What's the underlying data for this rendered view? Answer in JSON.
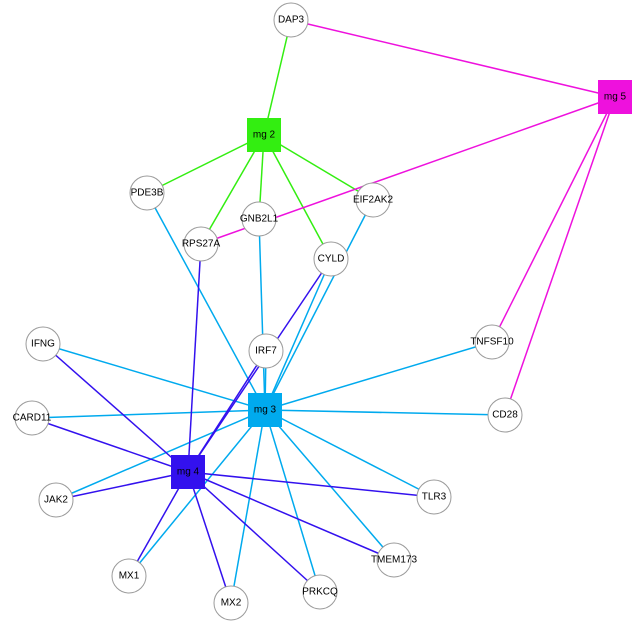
{
  "colors": {
    "mg2": "#33ee11",
    "mg3": "#00aaee",
    "mg4": "#3311ee",
    "mg5": "#ee11dd",
    "node_fill": "#ffffff",
    "node_stroke": "#9a9a9a"
  },
  "hubs": [
    {
      "id": "mg2",
      "label": "mg 2",
      "color": "#33ee11"
    },
    {
      "id": "mg3",
      "label": "mg 3",
      "color": "#00aaee"
    },
    {
      "id": "mg4",
      "label": "mg 4",
      "color": "#3311ee"
    },
    {
      "id": "mg5",
      "label": "mg 5",
      "color": "#ee11dd"
    }
  ],
  "genes": [
    {
      "id": "DAP3",
      "label": "DAP3"
    },
    {
      "id": "PDE3B",
      "label": "PDE3B"
    },
    {
      "id": "GNB2L1",
      "label": "GNB2L1"
    },
    {
      "id": "EIF2AK2",
      "label": "EIF2AK2"
    },
    {
      "id": "RPS27A",
      "label": "RPS27A"
    },
    {
      "id": "CYLD",
      "label": "CYLD"
    },
    {
      "id": "IFNG",
      "label": "IFNG"
    },
    {
      "id": "IRF7",
      "label": "IRF7"
    },
    {
      "id": "TNFSF10",
      "label": "TNFSF10"
    },
    {
      "id": "CARD11",
      "label": "CARD11"
    },
    {
      "id": "CD28",
      "label": "CD28"
    },
    {
      "id": "JAK2",
      "label": "JAK2"
    },
    {
      "id": "TLR3",
      "label": "TLR3"
    },
    {
      "id": "TMEM173",
      "label": "TMEM173"
    },
    {
      "id": "MX1",
      "label": "MX1"
    },
    {
      "id": "MX2",
      "label": "MX2"
    },
    {
      "id": "PRKCQ",
      "label": "PRKCQ"
    }
  ],
  "edges": [
    {
      "from": "mg2",
      "to": "DAP3"
    },
    {
      "from": "mg2",
      "to": "PDE3B"
    },
    {
      "from": "mg2",
      "to": "GNB2L1"
    },
    {
      "from": "mg2",
      "to": "EIF2AK2"
    },
    {
      "from": "mg2",
      "to": "RPS27A"
    },
    {
      "from": "mg2",
      "to": "CYLD"
    },
    {
      "from": "mg5",
      "to": "DAP3"
    },
    {
      "from": "mg5",
      "to": "RPS27A"
    },
    {
      "from": "mg5",
      "to": "TNFSF10"
    },
    {
      "from": "mg5",
      "to": "CD28"
    },
    {
      "from": "mg3",
      "to": "PDE3B"
    },
    {
      "from": "mg3",
      "to": "GNB2L1"
    },
    {
      "from": "mg3",
      "to": "EIF2AK2"
    },
    {
      "from": "mg3",
      "to": "CYLD"
    },
    {
      "from": "mg3",
      "to": "IRF7"
    },
    {
      "from": "mg3",
      "to": "IFNG"
    },
    {
      "from": "mg3",
      "to": "CARD11"
    },
    {
      "from": "mg3",
      "to": "TNFSF10"
    },
    {
      "from": "mg3",
      "to": "CD28"
    },
    {
      "from": "mg3",
      "to": "JAK2"
    },
    {
      "from": "mg3",
      "to": "TLR3"
    },
    {
      "from": "mg3",
      "to": "TMEM173"
    },
    {
      "from": "mg3",
      "to": "MX1"
    },
    {
      "from": "mg3",
      "to": "MX2"
    },
    {
      "from": "mg3",
      "to": "PRKCQ"
    },
    {
      "from": "mg4",
      "to": "RPS27A"
    },
    {
      "from": "mg4",
      "to": "CYLD"
    },
    {
      "from": "mg4",
      "to": "IRF7"
    },
    {
      "from": "mg4",
      "to": "IFNG"
    },
    {
      "from": "mg4",
      "to": "CARD11"
    },
    {
      "from": "mg4",
      "to": "JAK2"
    },
    {
      "from": "mg4",
      "to": "TLR3"
    },
    {
      "from": "mg4",
      "to": "TMEM173"
    },
    {
      "from": "mg4",
      "to": "MX1"
    },
    {
      "from": "mg4",
      "to": "MX2"
    },
    {
      "from": "mg4",
      "to": "PRKCQ"
    }
  ]
}
